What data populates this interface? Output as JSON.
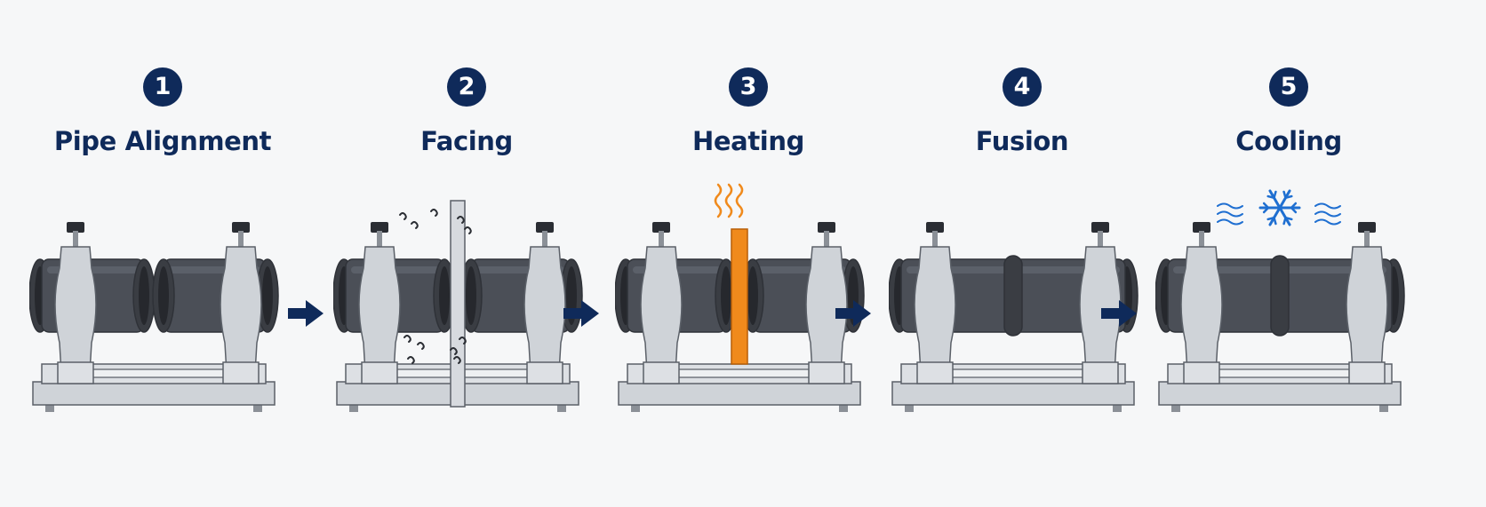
{
  "steps": [
    {
      "number": "1",
      "title": "Pipe Alignment",
      "variant": "alignment"
    },
    {
      "number": "2",
      "title": "Facing",
      "variant": "facing"
    },
    {
      "number": "3",
      "title": "Heating",
      "variant": "heating"
    },
    {
      "number": "4",
      "title": "Fusion",
      "variant": "fusion"
    },
    {
      "number": "5",
      "title": "Cooling",
      "variant": "cooling"
    }
  ],
  "colors": {
    "navy": "#0f2a5a",
    "pipe": "#4b4f57",
    "pipe_dark": "#2f3238",
    "frame": "#cfd3d8",
    "outline": "#5b6068",
    "heater": "#f08a1c",
    "cooling_blue": "#1f6fd1"
  },
  "icons": {
    "arrow": "right-arrow-icon",
    "heat": "heat-waves-icon",
    "snowflake": "snowflake-icon",
    "wind": "wind-lines-icon",
    "chips": "shavings-icon"
  }
}
